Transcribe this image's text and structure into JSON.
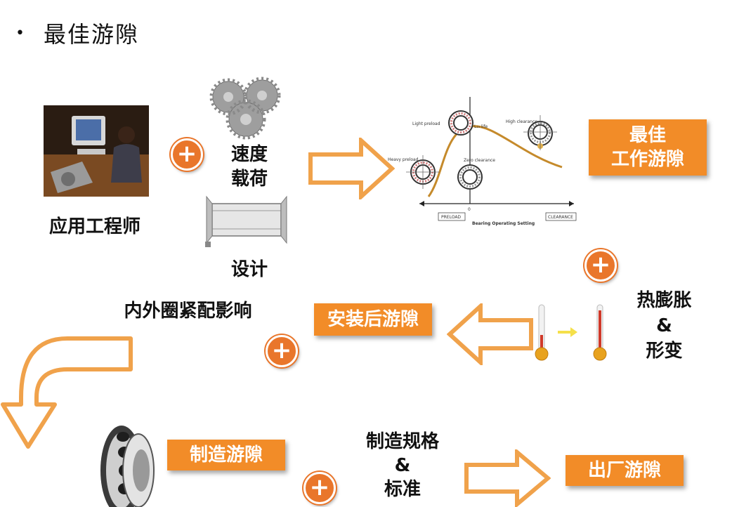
{
  "title": {
    "bullet": "•",
    "text": "最佳游隙"
  },
  "labels": {
    "engineer": "应用工程师",
    "speed": "速度",
    "load": "载荷",
    "design": "设计",
    "fit_effect": "内外圈紧配影响",
    "thermal_1": "热膨胀",
    "thermal_2": "&",
    "thermal_3": "形变",
    "mfg_spec_1": "制造规格",
    "mfg_spec_2": "&",
    "mfg_spec_3": "标准"
  },
  "boxes": {
    "optimal_1": "最佳",
    "optimal_2": "工作游隙",
    "installed": "安装后游隙",
    "manufacturing": "制造游隙",
    "factory": "出厂游隙"
  },
  "plus": "+",
  "graph": {
    "label_light_preload": "Light preload",
    "label_heavy_preload": "Heavy preload",
    "label_zero_clearance": "Zero clearance",
    "label_life": "L₁₀ life",
    "label_high_clearance": "High clearance",
    "axis_zero": "0",
    "preload": "PRELOAD",
    "clearance": "CLEARANCE",
    "axis_title": "Bearing Operating Setting"
  },
  "colors": {
    "accent": "#F28C28",
    "arrow": "#F0A24B",
    "plus": "#E9762B"
  }
}
